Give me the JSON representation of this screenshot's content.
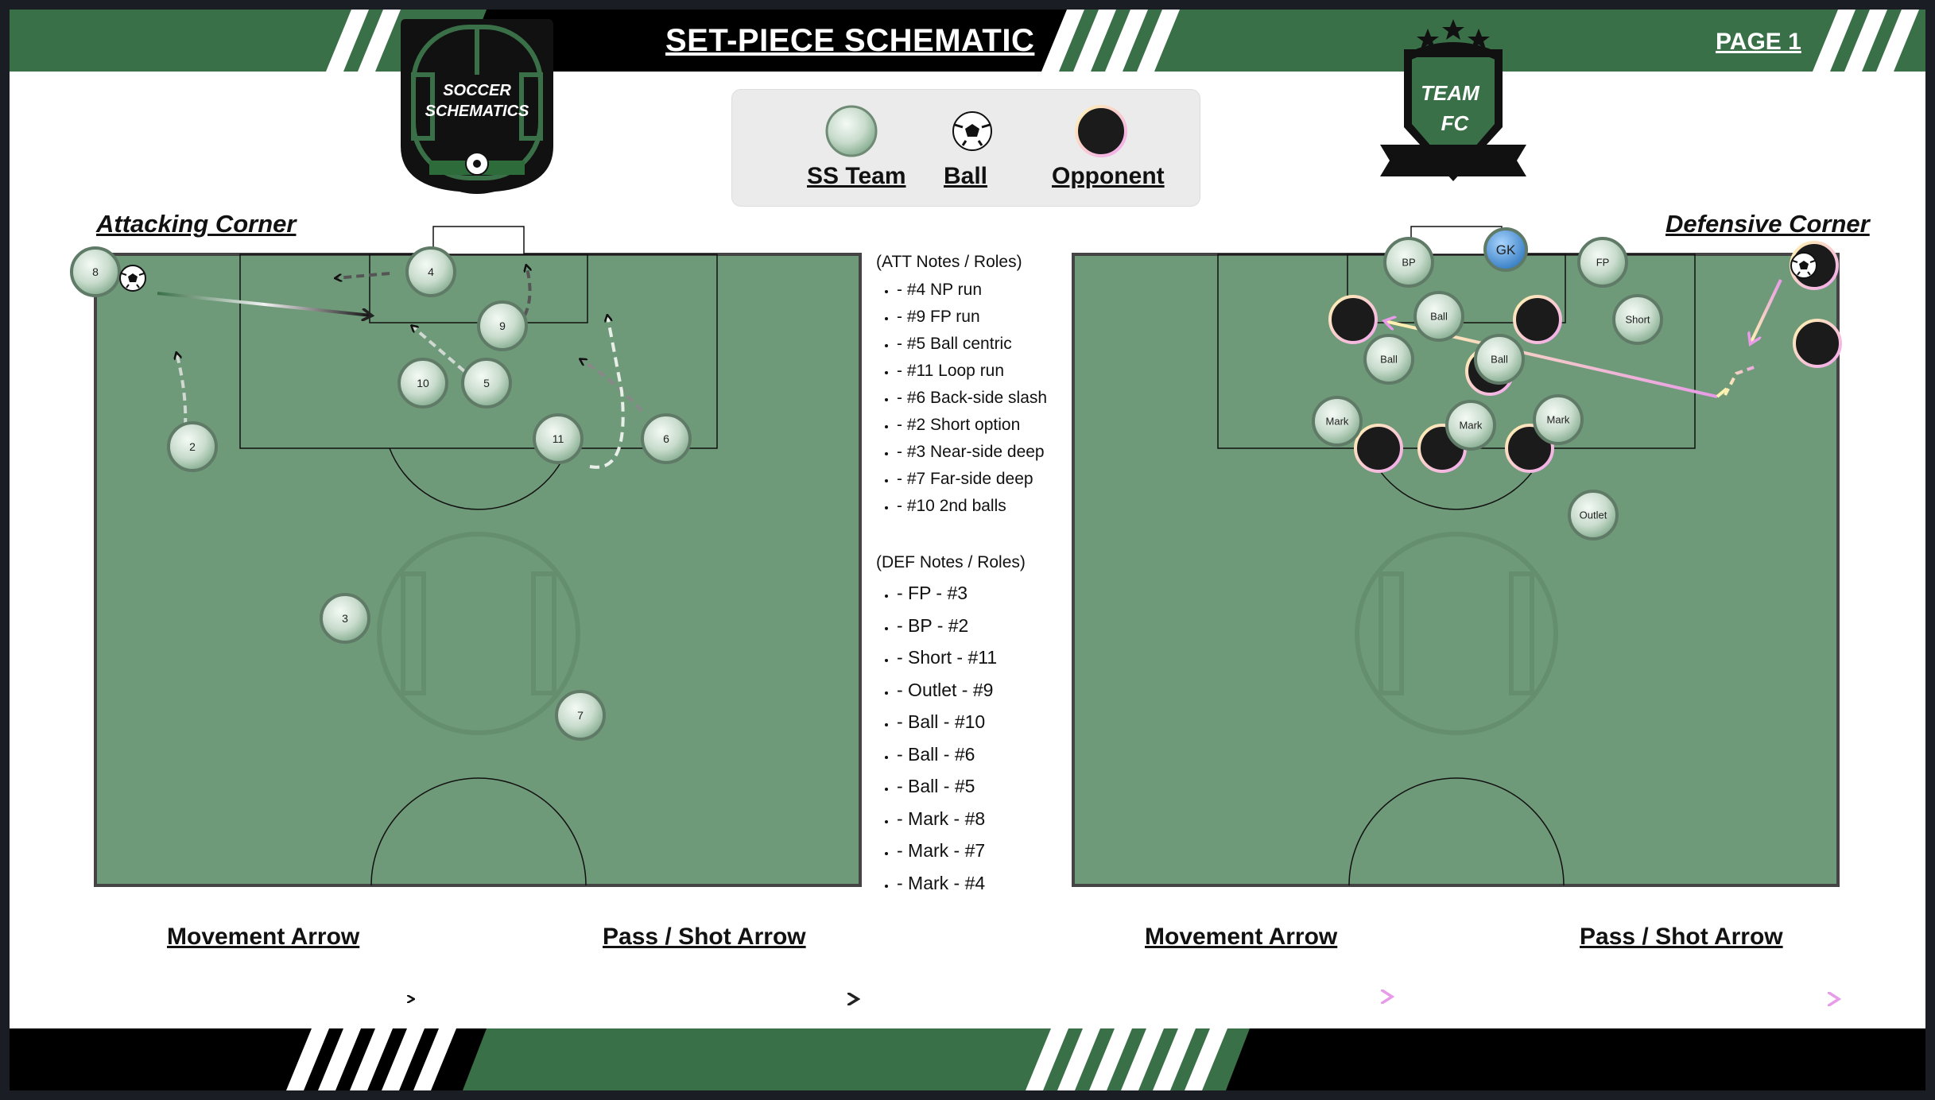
{
  "header": {
    "title": "SET-PIECE SCHEMATIC",
    "page_label": "PAGE 1",
    "logo_left_text": [
      "SOCCER",
      "SCHEMATICS"
    ],
    "logo_right_text": [
      "TEAM",
      "FC"
    ]
  },
  "legend": {
    "team": "SS Team",
    "ball": "Ball",
    "opponent": "Opponent"
  },
  "colors": {
    "pitch": "#6f9a79",
    "banner_green": "#3a7048",
    "banner_black": "#000000",
    "team_fill": "#c9dccd",
    "opponent_fill": "#1b1b1b",
    "gk_fill": "#4a8fd0",
    "def_arrow_start": "#fff3b0",
    "def_arrow_end": "#e89be8"
  },
  "attacking": {
    "title": "Attacking Corner",
    "players": [
      "8",
      "4",
      "9",
      "10",
      "5",
      "11",
      "6",
      "2",
      "3",
      "7"
    ]
  },
  "defensive": {
    "title": "Defensive Corner",
    "players": [
      "BP",
      "GK",
      "FP",
      "Ball",
      "Short",
      "Ball",
      "Ball",
      "Mark",
      "Mark",
      "Mark",
      "Outlet"
    ]
  },
  "notes": {
    "att_heading": "(ATT Notes / Roles)",
    "att": [
      "- #4 NP run",
      "- #9 FP run",
      "- #5 Ball centric",
      "- #11 Loop run",
      "- #6 Back-side slash",
      "- #2 Short option",
      "- #3 Near-side deep",
      "- #7 Far-side deep",
      "- #10 2nd balls"
    ],
    "def_heading": "(DEF Notes / Roles)",
    "def": [
      "-  FP - #3",
      "-  BP - #2",
      "-  Short - #11",
      "- Outlet - #9",
      "- Ball - #10",
      "- Ball - #6",
      "- Ball - #5",
      "- Mark - #8",
      "- Mark - #7",
      "- Mark - #4"
    ]
  },
  "arrow_key": {
    "left_movement": "Movement Arrow",
    "left_pass": "Pass / Shot Arrow",
    "right_movement": "Movement Arrow",
    "right_pass": "Pass / Shot Arrow"
  }
}
